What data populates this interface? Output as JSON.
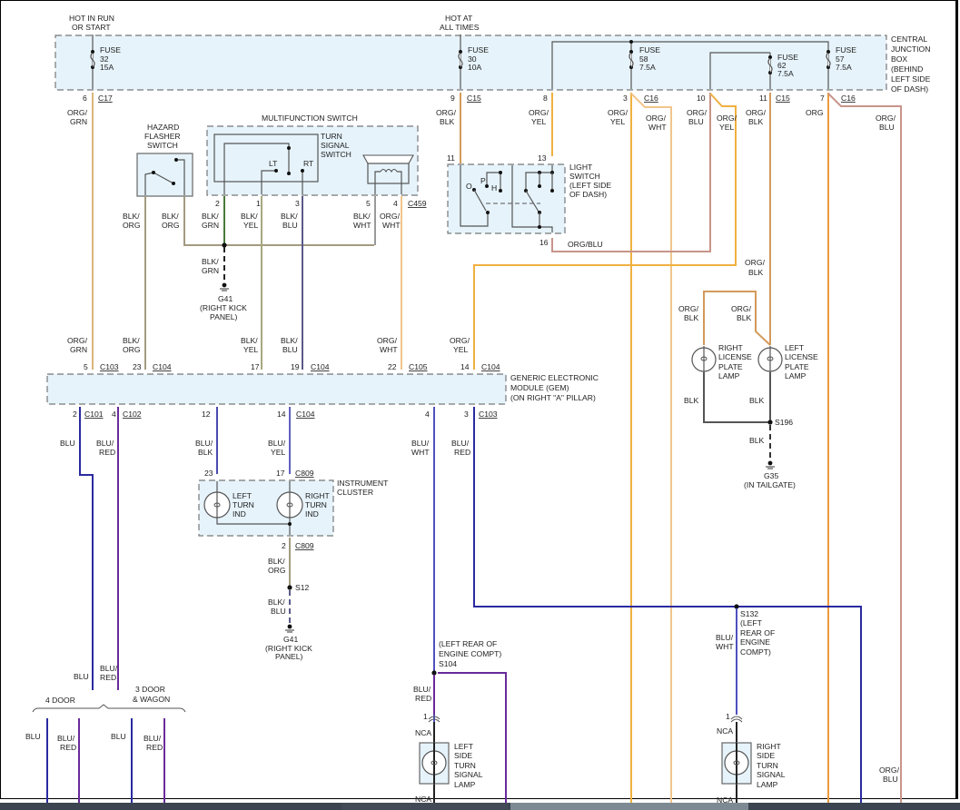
{
  "diagram": {
    "title": "Turn Signal / Hazard / License Plate Lamp Circuit",
    "colors": {
      "org_grn": "#d9b57a",
      "org_blk": "#d39a5b",
      "org_yel": "#f0b040",
      "org_wht": "#f2c58c",
      "org_blu": "#c8948a",
      "org": "#ee9a3c",
      "blk_org": "#a39a80",
      "blk_grn": "#4a7a3a",
      "blk_yel": "#a7a780",
      "blk_blu": "#5a5a8a",
      "blk_wht": "#9a9a9a",
      "blu": "#2a2aa0",
      "blu_red": "#6a2a9a",
      "blu_blk": "#4a4ab0",
      "blu_yel": "#6060c0",
      "blu_wht": "#5050c0",
      "blk": "#555555",
      "box_fill": "#e6f3fb"
    },
    "power": {
      "hot_run_start": "HOT IN RUN\nOR START",
      "hot_run_start_l1": "HOT IN RUN",
      "hot_run_start_l2": "OR START",
      "hot_all_l1": "HOT AT",
      "hot_all_l2": "ALL TIMES"
    },
    "fuses": [
      {
        "label": "FUSE",
        "number": "32",
        "rating": "15A"
      },
      {
        "label": "FUSE",
        "number": "30",
        "rating": "10A"
      },
      {
        "label": "FUSE",
        "number": "58",
        "rating": "7.5A"
      },
      {
        "label": "FUSE",
        "number": "62",
        "rating": "7.5A"
      },
      {
        "label": "FUSE",
        "number": "57",
        "rating": "7.5A"
      }
    ],
    "cjb": {
      "l1": "CENTRAL",
      "l2": "JUNCTION",
      "l3": "BOX",
      "l4": "(BEHIND",
      "l5": "LEFT SIDE",
      "l6": "OF DASH)"
    },
    "cjb_pins": [
      {
        "pin": "6",
        "conn": "C17"
      },
      {
        "pin": "9",
        "conn": "C15"
      },
      {
        "pin": "8",
        "conn": ""
      },
      {
        "pin": "3",
        "conn": "C16"
      },
      {
        "pin": "10",
        "conn": ""
      },
      {
        "pin": "11",
        "conn": "C15"
      },
      {
        "pin": "7",
        "conn": "C16"
      }
    ],
    "wire_labels": {
      "org_grn_1a": "ORG/",
      "org_grn_1b": "GRN",
      "org_blk_1a": "ORG/",
      "org_blk_1b": "BLK",
      "org_yel_1a": "ORG/",
      "org_yel_1b": "YEL",
      "org_yel_2a": "ORG/",
      "org_yel_2b": "YEL",
      "org_wht_1a": "ORG/",
      "org_wht_1b": "WHT",
      "org_blu_1a": "ORG/",
      "org_blu_1b": "BLU",
      "org_yel_3a": "ORG/",
      "org_yel_3b": "YEL",
      "org_blk_2a": "ORG/",
      "org_blk_2b": "BLK",
      "org_1": "ORG",
      "org_blu_2a": "ORG/",
      "org_blu_2b": "BLU",
      "org_blu_ls": "ORG/BLU",
      "blk_org": "BLK/",
      "org": "ORG",
      "grn": "GRN",
      "yel": "YEL",
      "blu": "BLU",
      "wht": "WHT",
      "blk": "BLK",
      "red": "RED",
      "org_slash": "ORG/",
      "blk_slash": "BLK/",
      "blu_slash": "BLU/"
    },
    "hazard_switch": {
      "l1": "HAZARD",
      "l2": "FLASHER",
      "l3": "SWITCH"
    },
    "multifunction_switch": {
      "title": "MULTIFUNCTION SWITCH",
      "turn_l1": "TURN",
      "turn_l2": "SIGNAL",
      "turn_l3": "SWITCH",
      "lt": "LT",
      "rt": "RT",
      "pins": [
        "2",
        "1",
        "3",
        "5",
        "4"
      ],
      "connector": "C459"
    },
    "light_switch": {
      "l1": "LIGHT",
      "l2": "SWITCH",
      "l3": "(LEFT SIDE",
      "l4": "OF DASH)",
      "pos_o": "O",
      "pos_p": "P",
      "pos_h": "H",
      "pins": [
        "11",
        "13",
        "16"
      ]
    },
    "ground_g41_top": {
      "id": "G41",
      "l1": "(RIGHT KICK",
      "l2": "PANEL)"
    },
    "gem": {
      "l1": "GENERIC ELECTRONIC",
      "l2": "MODULE (GEM)",
      "l3": "(ON RIGHT \"A\" PILLAR)",
      "top_pins": [
        {
          "pin": "5",
          "conn": "C103"
        },
        {
          "pin": "23",
          "conn": "C104"
        },
        {
          "pin": "17",
          "conn": ""
        },
        {
          "pin": "19",
          "conn": "C104"
        },
        {
          "pin": "22",
          "conn": "C105"
        },
        {
          "pin": "14",
          "conn": "C104"
        }
      ],
      "bottom_pins": [
        {
          "pin": "2",
          "conn": "C101"
        },
        {
          "pin": "4",
          "conn": "C102"
        },
        {
          "pin": "12",
          "conn": ""
        },
        {
          "pin": "14",
          "conn": "C104"
        },
        {
          "pin": "4",
          "conn": ""
        },
        {
          "pin": "3",
          "conn": "C103"
        }
      ]
    },
    "instrument_cluster": {
      "l1": "INSTRUMENT",
      "l2": "CLUSTER",
      "left_l1": "LEFT",
      "left_l2": "TURN",
      "left_l3": "IND",
      "right_l1": "RIGHT",
      "right_l2": "TURN",
      "right_l3": "IND",
      "pins": [
        "23",
        "17",
        "2"
      ],
      "connector": "C809"
    },
    "splice_s12": "S12",
    "ground_g41_bottom": {
      "id": "G41",
      "l1": "(RIGHT KICK",
      "l2": "PANEL)"
    },
    "license_lamps": {
      "right_l1": "RIGHT",
      "right_l2": "LICENSE",
      "right_l3": "PLATE",
      "right_l4": "LAMP",
      "left_l1": "LEFT",
      "left_l2": "LICENSE",
      "left_l3": "PLATE",
      "left_l4": "LAMP"
    },
    "splice_s196": "S196",
    "ground_g35": {
      "id": "G35",
      "l1": "(IN TAILGATE)"
    },
    "splice_s104": {
      "l1": "(LEFT REAR OF",
      "l2": "ENGINE COMPT)",
      "l3": "S104"
    },
    "splice_s132": {
      "l1": "S132",
      "l2": "(LEFT",
      "l3": "REAR OF",
      "l4": "ENGINE",
      "l5": "COMPT)"
    },
    "door_variants": {
      "four": "4 DOOR",
      "three_l1": "3 DOOR",
      "three_l2": "& WAGON"
    },
    "left_side_lamp": {
      "l1": "LEFT",
      "l2": "SIDE",
      "l3": "TURN",
      "l4": "SIGNAL",
      "l5": "LAMP",
      "pin": "1",
      "nca": "NCA"
    },
    "right_side_lamp": {
      "l1": "RIGHT",
      "l2": "SIDE",
      "l3": "TURN",
      "l4": "SIGNAL",
      "l5": "LAMP",
      "pin": "1",
      "nca": "NCA"
    }
  }
}
